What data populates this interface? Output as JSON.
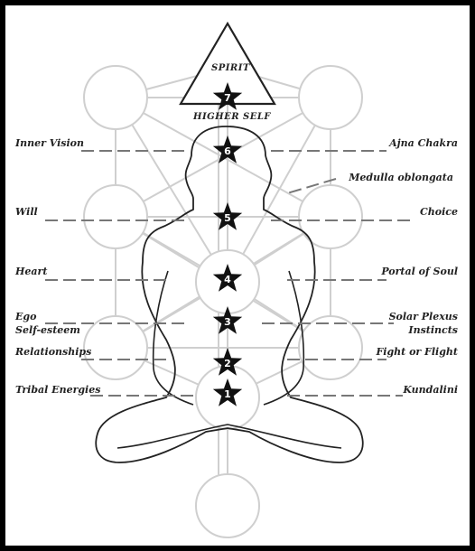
{
  "center_labels": {
    "spirit": "SPIRIT",
    "higher_self": "HIGHER SELF"
  },
  "left_labels": [
    {
      "key": "inner_vision",
      "text": "Inner Vision"
    },
    {
      "key": "will",
      "text": "Will"
    },
    {
      "key": "heart",
      "text": "Heart"
    },
    {
      "key": "ego",
      "text": "Ego"
    },
    {
      "key": "self_esteem",
      "text": "Self-esteem"
    },
    {
      "key": "relationships",
      "text": "Relationships"
    },
    {
      "key": "tribal_energies",
      "text": "Tribal Energies"
    }
  ],
  "right_labels": [
    {
      "key": "ajna_chakra",
      "text": "Ajna Chakra"
    },
    {
      "key": "medulla_oblongata",
      "text": "Medulla oblongata"
    },
    {
      "key": "choice",
      "text": "Choice"
    },
    {
      "key": "portal_of_soul",
      "text": "Portal of Soul"
    },
    {
      "key": "solar_plexus",
      "text": "Solar Plexus"
    },
    {
      "key": "instincts",
      "text": "Instincts"
    },
    {
      "key": "fight_or_flight",
      "text": "Fight or Flight"
    },
    {
      "key": "kundalini",
      "text": "Kundalini"
    }
  ],
  "chakras": [
    "7",
    "6",
    "5",
    "4",
    "3",
    "2",
    "1"
  ],
  "colors": {
    "frame": "#000000",
    "background": "#ffffff",
    "tree_lines": "#cfcfcf",
    "outline": "#222222",
    "dashes": "#777777",
    "star": "#111111"
  }
}
